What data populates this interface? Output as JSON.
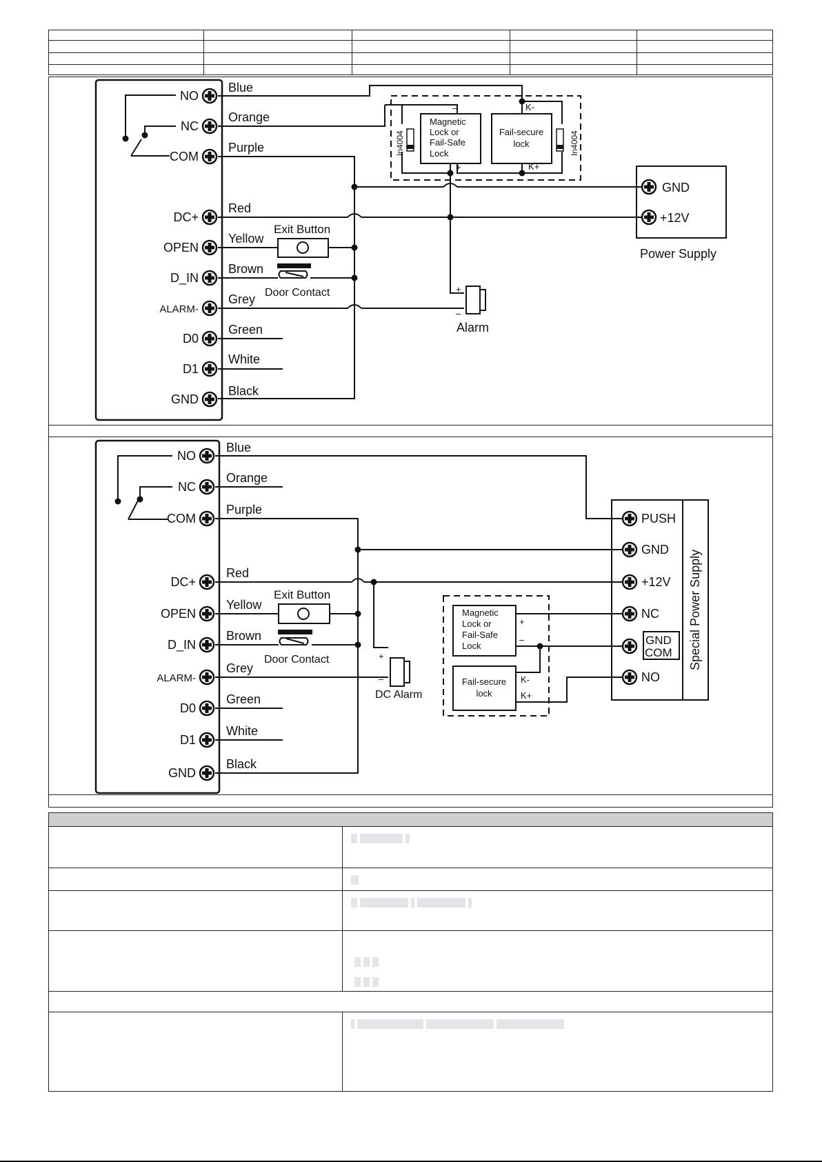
{
  "diagram_top": {
    "terminals": [
      "NO",
      "NC",
      "COM",
      "DC+",
      "OPEN",
      "D_IN",
      "ALARM-",
      "D0",
      "D1",
      "GND"
    ],
    "wires": [
      "Blue",
      "Orange",
      "Purple",
      "Red",
      "Yellow",
      "Brown",
      "Grey",
      "Green",
      "White",
      "Black"
    ],
    "exit_button": "Exit Button",
    "door_contact": "Door Contact",
    "maglock": [
      "Magnetic",
      "Lock or",
      "Fail-Safe",
      "Lock"
    ],
    "failsecure": [
      "Fail-secure",
      "lock"
    ],
    "diode": "In4004",
    "k_minus": "K-",
    "k_plus": "K+",
    "minus": "–",
    "plus": "+",
    "alarm": "Alarm",
    "psu_gnd": "GND",
    "psu_12v": "+12V",
    "psu_label": "Power Supply"
  },
  "diagram_bottom": {
    "terminals": [
      "NO",
      "NC",
      "COM",
      "DC+",
      "OPEN",
      "D_IN",
      "ALARM-",
      "D0",
      "D1",
      "GND"
    ],
    "wires": [
      "Blue",
      "Orange",
      "Purple",
      "Red",
      "Yellow",
      "Brown",
      "Grey",
      "Green",
      "White",
      "Black"
    ],
    "exit_button": "Exit Button",
    "door_contact": "Door Contact",
    "alarm": "DC Alarm",
    "maglock": [
      "Magnetic",
      "Lock or",
      "Fail-Safe",
      "Lock"
    ],
    "failsecure": [
      "Fail-secure",
      "lock"
    ],
    "plus": "+",
    "minus": "–",
    "k_minus": "K-",
    "k_plus": "K+",
    "psu_terms": [
      "PUSH",
      "GND",
      "+12V",
      "NC",
      "GND",
      "COM",
      "NO"
    ],
    "psu_label": "Special Power Supply"
  }
}
